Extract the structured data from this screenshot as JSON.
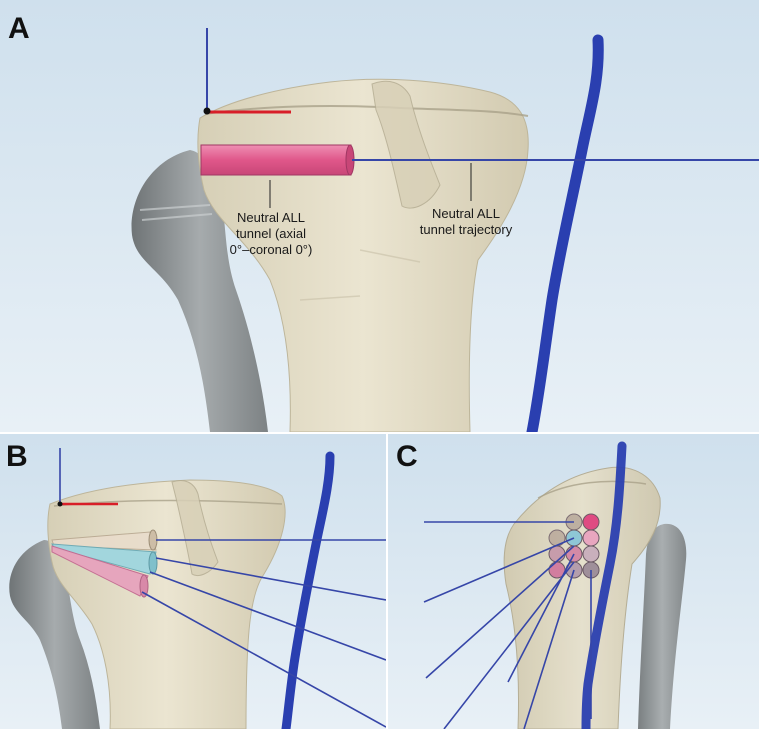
{
  "panels": [
    {
      "letter": "A"
    },
    {
      "letter": "B"
    },
    {
      "letter": "C"
    }
  ],
  "annotations": {
    "tunnel": "Neutral ALL\ntunnel (axial\n0°–coronal 0°)",
    "trajectory": "Neutral ALL\ntunnel trajectory"
  },
  "colors": {
    "background_top": "#d2e2ee",
    "background_bottom": "#e9f1f7",
    "tibia_bone": "#e4ddc6",
    "fibula_bone": "#8f9496",
    "vessel": "#2a3fb0",
    "trajectory_line": "#3646a8",
    "tunnel_pink": "#e46a96",
    "tunnel_blue": "#9fd6df",
    "reference_line_red": "#d81e28"
  }
}
